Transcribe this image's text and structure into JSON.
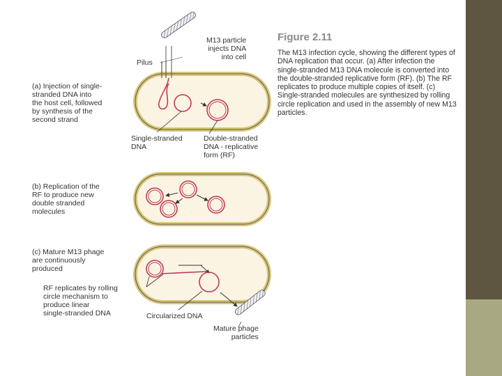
{
  "slide": {
    "colors": {
      "rail": "#5e5640",
      "rail_accent": "#a8a882",
      "cell_wall": "#d9c77a",
      "cell_fill": "#fbf4e2",
      "dna": "#c0395b"
    }
  },
  "figure": {
    "title": "Figure 2.11",
    "caption": "The M13 infection cycle, showing the different types of DNA replication that occur. (a) After infection the single-stranded M13 DNA molecule is converted into the double-stranded replicative form (RF). (b) The RF replicates to produce multiple copies of itself. (c) Single-stranded molecules are synthesized by rolling circle replication and used in the assembly of new M13 particles.",
    "panel_a": {
      "label": "(a) Injection of single-\n      stranded DNA into\n      the host cell, followed\n      by synthesis of the\n      second strand",
      "pilus": "Pilus",
      "particle": "M13 particle\ninjects DNA\ninto cell",
      "ssdna": "Single-stranded\nDNA",
      "dsdna": "Double-stranded\nDNA - replicative\nform (RF)"
    },
    "panel_b": {
      "label": "(b) Replication of the\n      RF to produce new\n      double stranded\n      molecules"
    },
    "panel_c": {
      "label": "(c) Mature M13 phage\n      are continuously\n      produced",
      "rolling": "RF replicates by rolling\ncircle mechanism to\nproduce linear\nsingle-stranded DNA",
      "circularized": "Circularized DNA",
      "mature": "Mature phage\nparticles"
    }
  }
}
